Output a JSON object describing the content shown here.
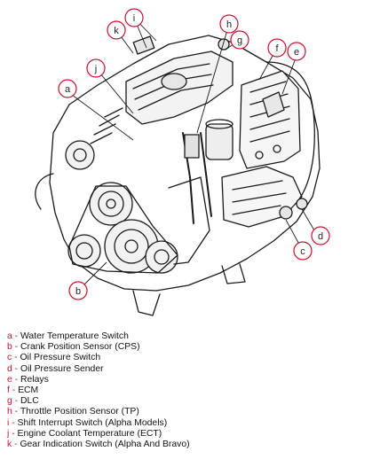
{
  "colors": {
    "callout_stroke": "#c8102e",
    "legend_key": "#c8102e",
    "linework": "#1a1a1a"
  },
  "callouts": [
    "a",
    "b",
    "c",
    "d",
    "e",
    "f",
    "g",
    "h",
    "i",
    "j",
    "k"
  ],
  "separator": " - ",
  "legend": [
    {
      "key": "a",
      "text": "Water Temperature Switch"
    },
    {
      "key": "b",
      "text": "Crank Position Sensor (CPS)"
    },
    {
      "key": "c",
      "text": "Oil Pressure Switch"
    },
    {
      "key": "d",
      "text": "Oil Pressure Sender"
    },
    {
      "key": "e",
      "text": "Relays"
    },
    {
      "key": "f",
      "text": "ECM"
    },
    {
      "key": "g",
      "text": "DLC"
    },
    {
      "key": "h",
      "text": "Throttle Position Sensor (TP)"
    },
    {
      "key": "i",
      "text": "Shift Interrupt Switch (Alpha Models)"
    },
    {
      "key": "j",
      "text": "Engine Coolant Temperature (ECT)"
    },
    {
      "key": "k",
      "text": "Gear Indication Switch (Alpha And Bravo)"
    }
  ]
}
